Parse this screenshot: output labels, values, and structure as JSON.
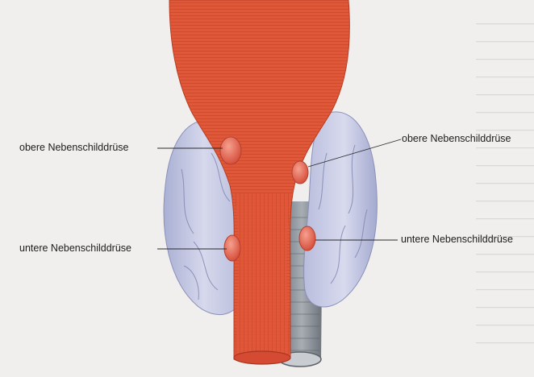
{
  "labels": {
    "upper_left": "obere Nebenschilddrüse",
    "upper_right": "obere Nebenschilddrüse",
    "lower_left": "untere Nebenschilddrüse",
    "lower_right": "untere Nebenschilddrüse"
  },
  "colors": {
    "background": "#f1efee",
    "muscle": "#e0583a",
    "thyroid": "#c8cbe2",
    "parathyroid": "#e66a57",
    "trachea": "#8f959c"
  }
}
